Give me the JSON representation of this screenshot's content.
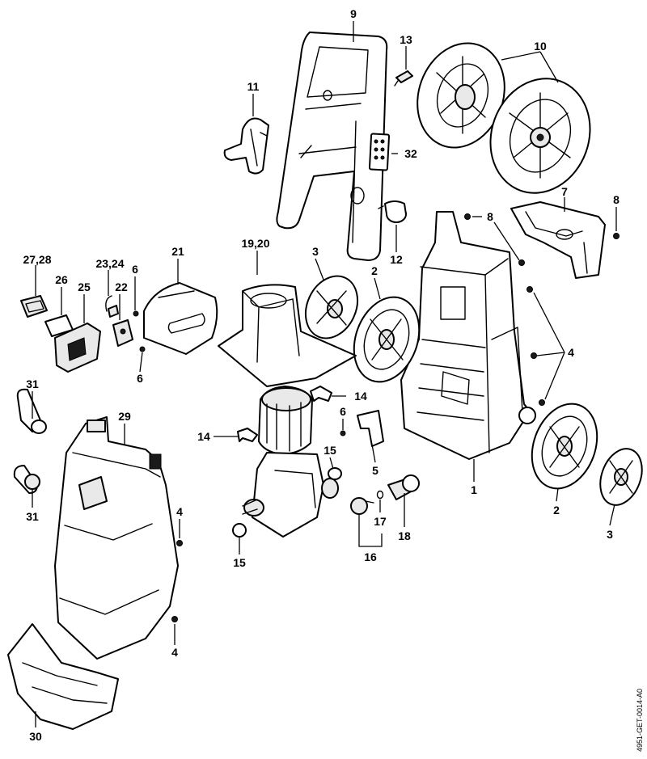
{
  "callouts": {
    "c9": "9",
    "c13": "13",
    "c10": "10",
    "c11": "11",
    "c32": "32",
    "c7": "7",
    "c8a": "8",
    "c8b": "8",
    "c12": "12",
    "c27_28": "27,28",
    "c26": "26",
    "c25": "25",
    "c23_24": "23,24",
    "c22": "22",
    "c6a": "6",
    "c6b": "6",
    "c21": "21",
    "c19_20": "19,20",
    "c3a": "3",
    "c2a": "2",
    "c4a": "4",
    "c31a": "31",
    "c31b": "31",
    "c29": "29",
    "c14a": "14",
    "c14b": "14",
    "c6c": "6",
    "c15a": "15",
    "c15b": "15",
    "c5": "5",
    "c1": "1",
    "c2b": "2",
    "c3b": "3",
    "c17": "17",
    "c18": "18",
    "c16": "16",
    "c4b": "4",
    "c4c": "4",
    "c30": "30"
  },
  "document_id": "4951-GET-0014-A0"
}
